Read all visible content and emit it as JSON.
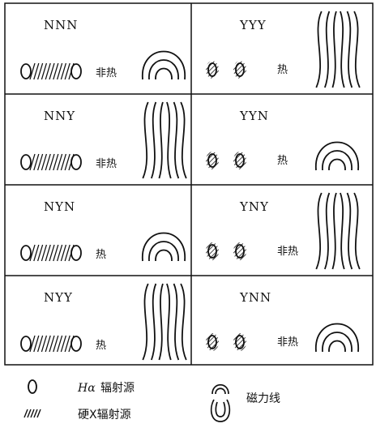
{
  "panels": [
    {
      "code": "NNN",
      "label": "非热",
      "lines": "loop"
    },
    {
      "code": "YYY",
      "label": "热",
      "lines": "open"
    },
    {
      "code": "NNY",
      "label": "非热",
      "lines": "open"
    },
    {
      "code": "YYN",
      "label": "热",
      "lines": "loop"
    },
    {
      "code": "NYN",
      "label": "热",
      "lines": "loop"
    },
    {
      "code": "YNY",
      "label": "非热",
      "lines": "open"
    },
    {
      "code": "NYY",
      "label": "热",
      "lines": "open"
    },
    {
      "code": "YNN",
      "label": "非热",
      "lines": "loop"
    }
  ],
  "legend": {
    "halpha_symbol": "Hα",
    "halpha_text": "辐射源",
    "hardx_text": "硬X辐射源",
    "field_text": "磁力线"
  }
}
